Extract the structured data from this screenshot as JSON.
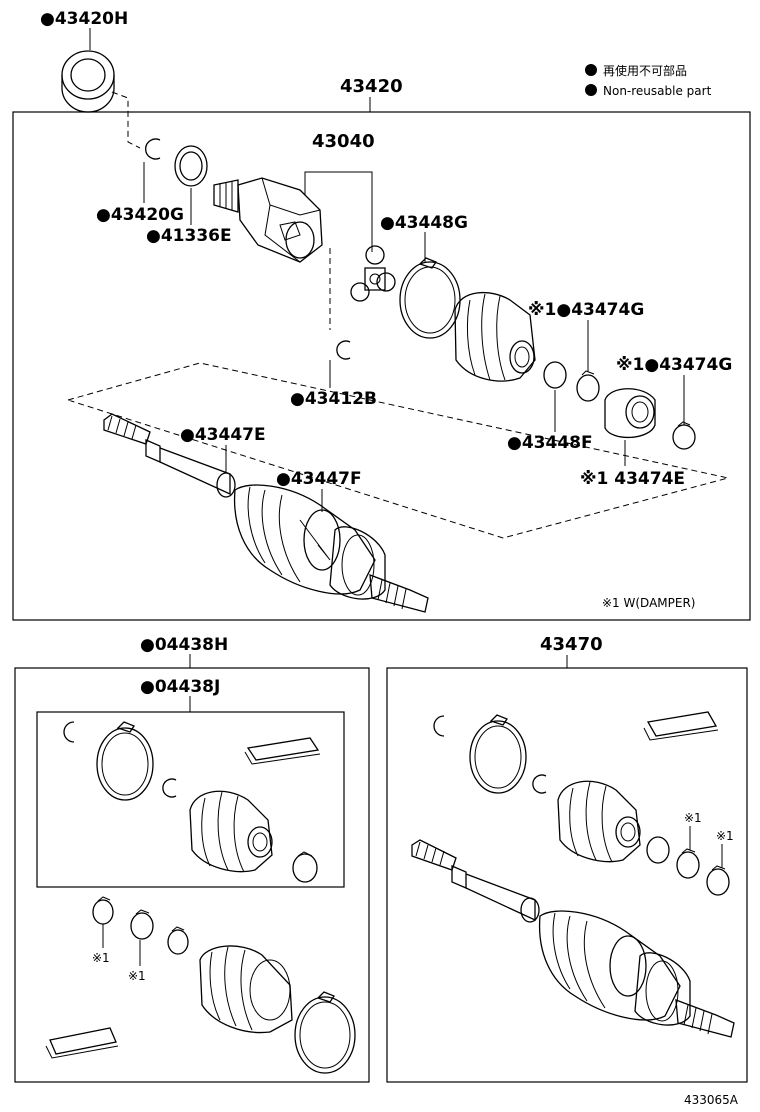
{
  "legend": {
    "bullet_jp": "再使用不可部品",
    "bullet_en": "Non-reusable part"
  },
  "labels": {
    "p43420H": "●43420H",
    "p43420": "43420",
    "p43040": "43040",
    "p43420G": "●43420G",
    "p41336E": "●41336E",
    "p43448G": "●43448G",
    "p43474G_a": "※1●43474G",
    "p43474G_b": "※1●43474G",
    "p43412B": "●43412B",
    "p43448F": "●43448F",
    "p43474E": "※1 43474E",
    "p43447E": "●43447E",
    "p43447F": "●43447F",
    "damper_note": "※1 W(DAMPER)",
    "p04438H": "●04438H",
    "p04438J": "●04438J",
    "p43470": "43470",
    "note1_a": "※1",
    "note1_b": "※1",
    "note1_c": "※1",
    "note1_d": "※1",
    "diagram_code": "433065A"
  }
}
